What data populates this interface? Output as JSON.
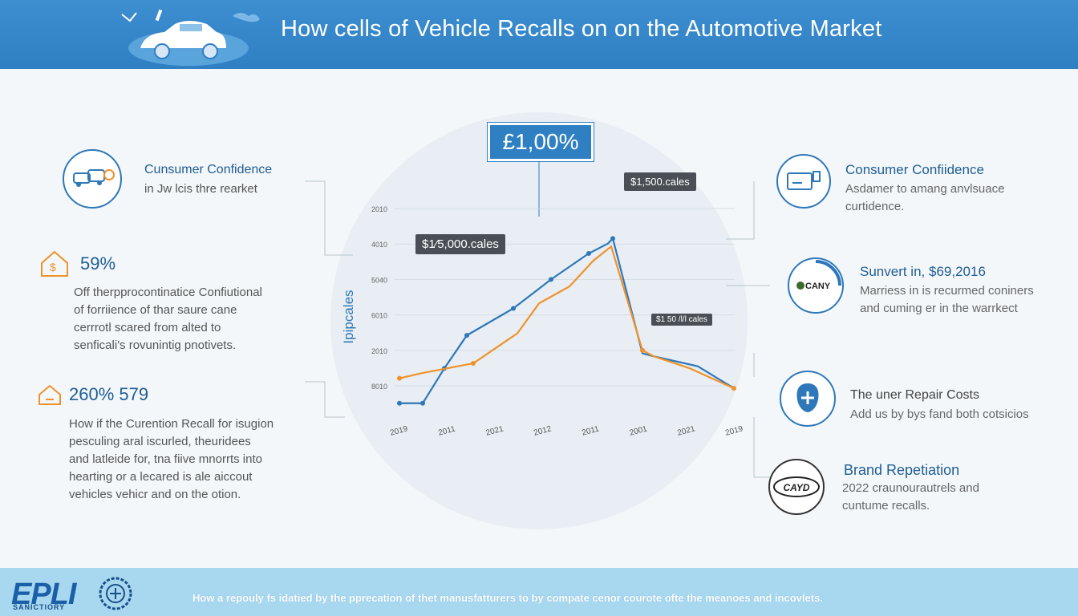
{
  "header": {
    "title": "How cells of Vehicle Recalls on on the Automotive Market"
  },
  "left": {
    "item1": {
      "title": "Cunsumer Confidence",
      "subtitle": "in Jw lcis thre rearket"
    },
    "item2": {
      "stat": "59%",
      "lines": [
        "Off therpprocontinatice Confiutional",
        "of forriience of thar saure cane",
        "cerrrotl scared from alted to",
        "senficali's rovunintig pnotivets."
      ]
    },
    "item3": {
      "stat": "260% 579",
      "lines": [
        "How if the Curention Recall for isugion",
        "pesculing aral iscurled, theuridees",
        "and latleide for, tna fiive mnorrts into",
        "hearting or a lecared is ale aiccout",
        "vehicles vehicr and on the otion."
      ]
    }
  },
  "chart_data": {
    "type": "line",
    "x": [
      "2019",
      "2011",
      "2021",
      "2012",
      "2011",
      "2001",
      "2021",
      "2019"
    ],
    "ylabel": "Ipipcales",
    "y_ticks": [
      "2010",
      "4010",
      "5040",
      "6010",
      "2010",
      "8010"
    ],
    "series": [
      {
        "color": "#2e77b8",
        "values": [
          5,
          5,
          40,
          73,
          100,
          129,
          155,
          165,
          170,
          55,
          52,
          42,
          20
        ]
      },
      {
        "color": "#f0922b",
        "values": [
          30,
          35,
          45,
          75,
          105,
          122,
          148,
          162,
          58,
          52,
          40,
          20
        ]
      }
    ],
    "annotations": {
      "big": "£1,00%",
      "a1": "$1,500.cales",
      "a2": "$1⁄5,000.cales",
      "a3": "$1 50 /l/l cales"
    }
  },
  "right": {
    "item1": {
      "title": "Consumer Confiidence",
      "lines": [
        "Asdamer to amang anvlsuace",
        "curtidence."
      ]
    },
    "item2": {
      "title": "Sunvert in, $69,2016",
      "logo": "CANY",
      "lines": [
        "Marriess in is recurmed coniners",
        "and cuming er in the warrkect"
      ]
    },
    "item3": {
      "title": "The uner Repair Costs",
      "lines": [
        "Add us by bys fand both cotsicios"
      ]
    },
    "item4": {
      "title": "Brand Repetiation",
      "logo": "CAYD",
      "lines": [
        "2022 craunourautrels and",
        "cuntume recalls."
      ]
    }
  },
  "footer": {
    "logo": "EPLI",
    "logo_sub": "SANICTIORY",
    "text": "How a repouly fs idatied by the pprecation of thet manusfatturers to by compate cenor courote ofte the meanoes and incovlets."
  },
  "colors": {
    "header": "#2f7fc3",
    "blue": "#2e77b8",
    "orange": "#f0922b",
    "footer": "#a8d8ef"
  }
}
